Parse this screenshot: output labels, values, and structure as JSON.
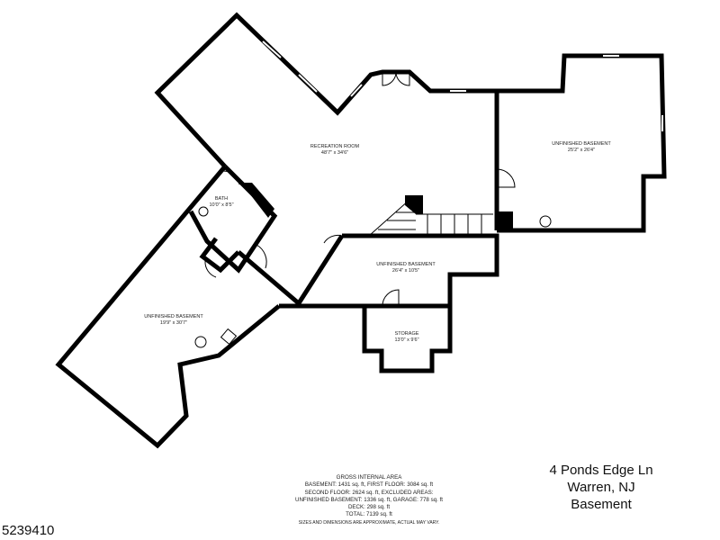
{
  "rooms": [
    {
      "name": "RECREATION ROOM",
      "size": "48'7\" x 34'6\""
    },
    {
      "name": "UNFINISHED BASEMENT",
      "size": "25'2\" x 26'4\""
    },
    {
      "name": "BATH",
      "size": "10'0\" x 8'5\""
    },
    {
      "name": "UNFINISHED BASEMENT",
      "size": "26'4\" x 10'5\""
    },
    {
      "name": "UNFINISHED BASEMENT",
      "size": "19'9\" x 30'7\""
    },
    {
      "name": "STORAGE",
      "size": "13'0\" x 9'6\""
    }
  ],
  "area_summary": {
    "title": "GROSS INTERNAL AREA",
    "line1": "BASEMENT: 1431 sq. ft, FIRST FLOOR: 3084 sq. ft",
    "line2": "SECOND FLOOR: 2624 sq. ft, EXCLUDED AREAS:",
    "line3": "UNFINISHED BASEMENT: 1336 sq. ft, GARAGE: 778 sq. ft",
    "line4": "DECK: 298 sq. ft",
    "line5": "TOTAL: 7139 sq. ft",
    "note": "SIZES AND DIMENSIONS ARE APPROXIMATE, ACTUAL MAY VARY."
  },
  "address": {
    "street": "4 Ponds Edge Ln",
    "city": "Warren, NJ",
    "level": "Basement"
  },
  "listing_id": "5239410"
}
